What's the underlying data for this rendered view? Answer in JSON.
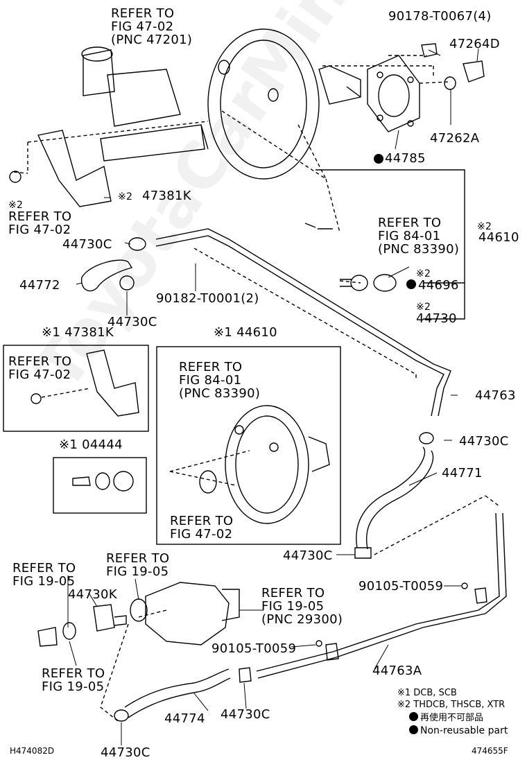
{
  "watermark": "ToyotaCarMine.ru",
  "labels": {
    "refer_47_02_top_a": "REFER TO",
    "refer_47_02_top_b": "FIG 47-02",
    "refer_47_02_top_c": "(PNC 47201)",
    "p90178": "90178-T0067(4)",
    "p47264D": "47264D",
    "p47262A": "47262A",
    "p44785": "44785",
    "mark2_left": "※2",
    "refer_47_02_left_a": "REFER TO",
    "refer_47_02_left_b": "FIG 47-02",
    "p47381K_mark": "※2",
    "p47381K": "47381K",
    "refer_84_01_a": "REFER TO",
    "refer_84_01_b": "FIG 84-01",
    "refer_84_01_c": "(PNC 83390)",
    "p44610_mark": "※2",
    "p44610": "44610",
    "p44730C_1": "44730C",
    "p44772": "44772",
    "p90182": "90182-T0001(2)",
    "p44696_mark": "※2",
    "p44696": "44696",
    "p44730C_2": "44730C",
    "p44730_mark": "※2",
    "p44730": "44730",
    "box1_title": "※1 47381K",
    "box1_refer_a": "REFER TO",
    "box1_refer_b": "FIG 47-02",
    "box2_title": "※1 44610",
    "box2_refer_a": "REFER TO",
    "box2_refer_b": "FIG 84-01",
    "box2_refer_c": "(PNC 83390)",
    "box2_refer_d": "REFER TO",
    "box2_refer_e": "FIG 47-02",
    "box3_title": "※1 04444",
    "p44763": "44763",
    "p44730C_3": "44730C",
    "p44771": "44771",
    "p44730C_4": "44730C",
    "refer_19_05_a1": "REFER TO",
    "refer_19_05_a2": "FIG 19-05",
    "refer_19_05_b1": "REFER TO",
    "refer_19_05_b2": "FIG 19-05",
    "p44730K": "44730K",
    "refer_19_05_c1": "REFER TO",
    "refer_19_05_c2": "FIG 19-05",
    "refer_19_05_c3": "(PNC 29300)",
    "p90105_a": "90105-T0059",
    "p90105_b": "90105-T0059",
    "refer_19_05_d1": "REFER TO",
    "refer_19_05_d2": "FIG 19-05",
    "p44763A": "44763A",
    "p44774": "44774",
    "p44730C_5": "44730C",
    "p44730C_6": "44730C",
    "legend_1": "※1 DCB, SCB",
    "legend_2": "※2 THDCB, THSCB, XTR",
    "legend_3": "再使用不可部品",
    "legend_4": "Non-reusable part",
    "code_left": "H474082D",
    "code_right": "474655F"
  }
}
